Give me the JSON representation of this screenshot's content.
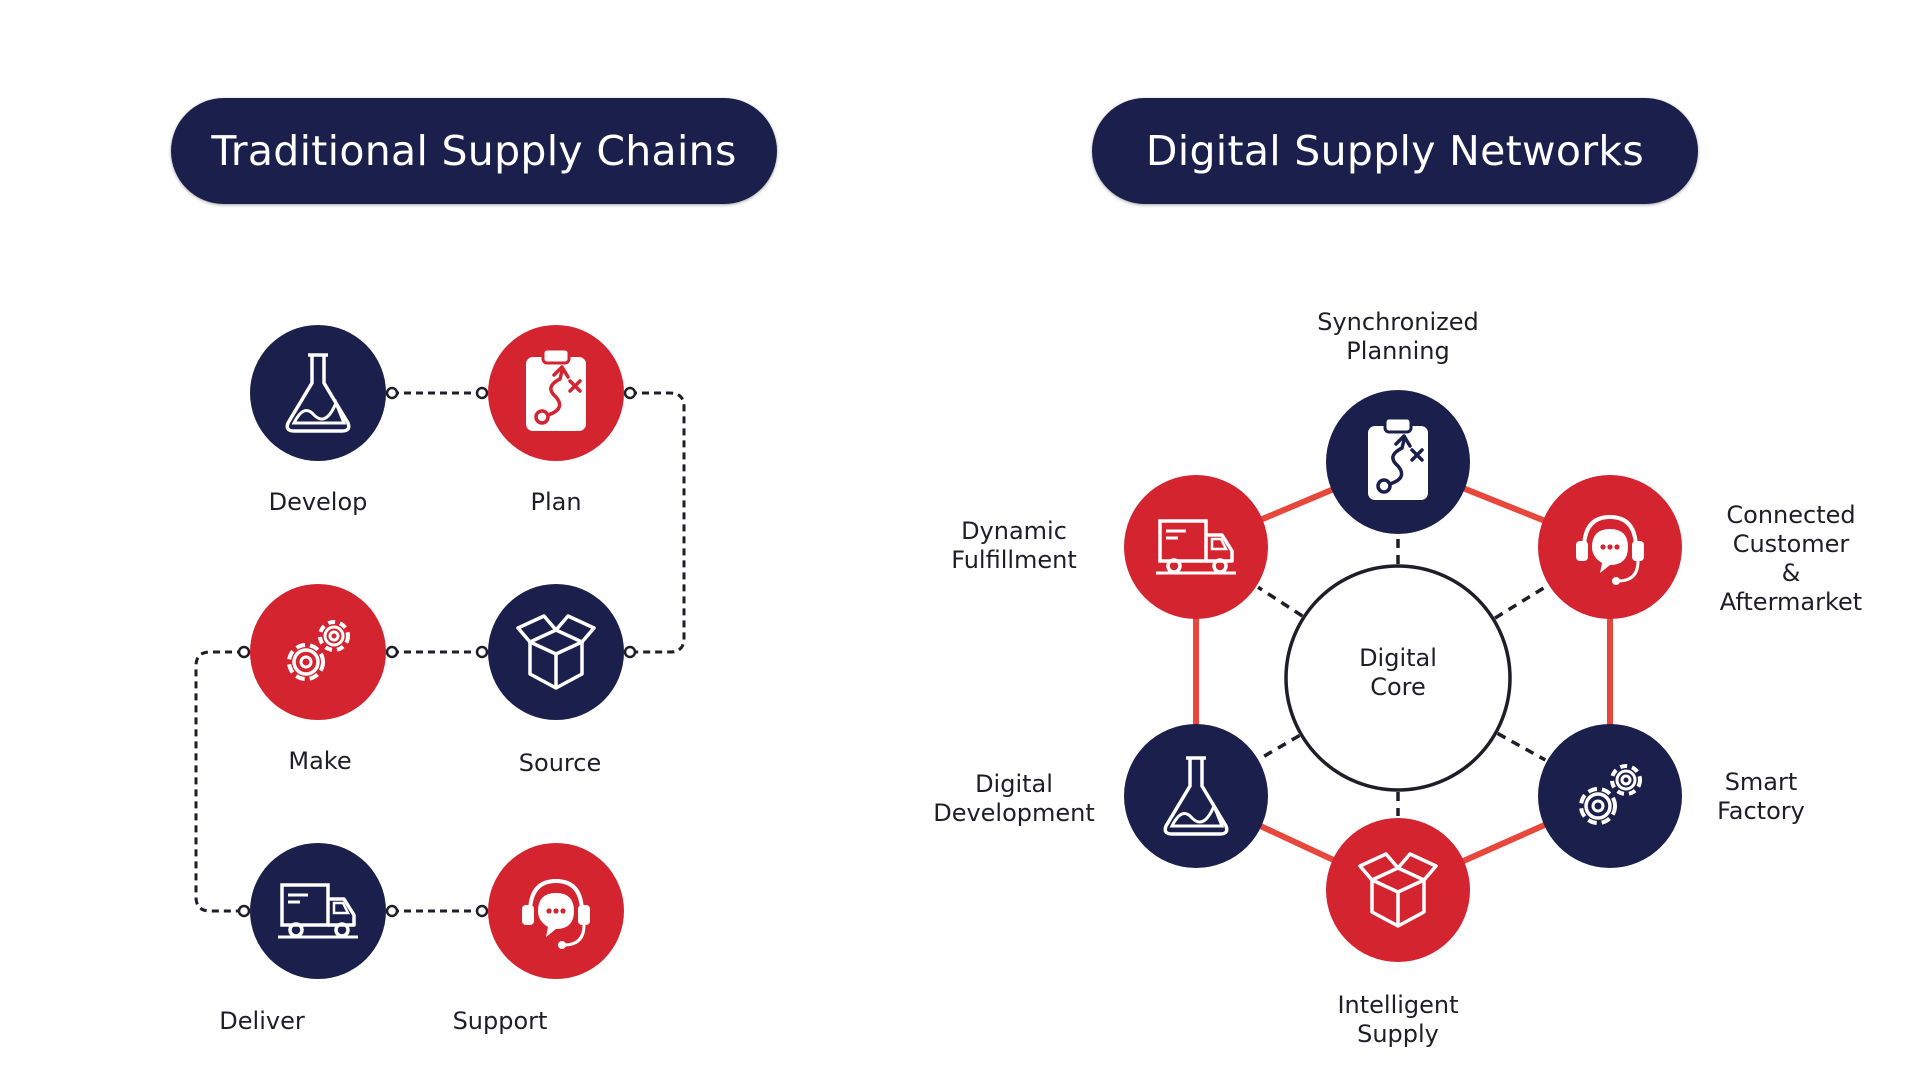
{
  "colors": {
    "navy": "#1b1f4b",
    "red": "#d42430",
    "connector_red": "#e8473b",
    "dash": "#1e1e28",
    "white": "#ffffff"
  },
  "traditional": {
    "title": "Traditional Supply Chains",
    "steps": [
      {
        "label": "Develop",
        "icon": "flask-icon",
        "color": "navy"
      },
      {
        "label": "Plan",
        "icon": "clipboard-strategy-icon",
        "color": "red"
      },
      {
        "label": "Source",
        "icon": "open-box-icon",
        "color": "navy"
      },
      {
        "label": "Make",
        "icon": "gears-icon",
        "color": "red"
      },
      {
        "label": "Deliver",
        "icon": "delivery-truck-icon",
        "color": "navy"
      },
      {
        "label": "Support",
        "icon": "headset-chat-icon",
        "color": "red"
      }
    ]
  },
  "digital": {
    "title": "Digital Supply Networks",
    "core_label": "Digital\nCore",
    "nodes": [
      {
        "label": "Synchronized\nPlanning",
        "icon": "clipboard-strategy-icon",
        "color": "navy"
      },
      {
        "label": "Connected\nCustomer &\nAftermarket",
        "icon": "headset-chat-icon",
        "color": "red"
      },
      {
        "label": "Smart\nFactory",
        "icon": "gears-icon",
        "color": "navy"
      },
      {
        "label": "Intelligent\nSupply",
        "icon": "open-box-icon",
        "color": "red"
      },
      {
        "label": "Digital\nDevelopment",
        "icon": "flask-icon",
        "color": "navy"
      },
      {
        "label": "Dynamic\nFulfillment",
        "icon": "delivery-truck-icon",
        "color": "red"
      }
    ]
  }
}
